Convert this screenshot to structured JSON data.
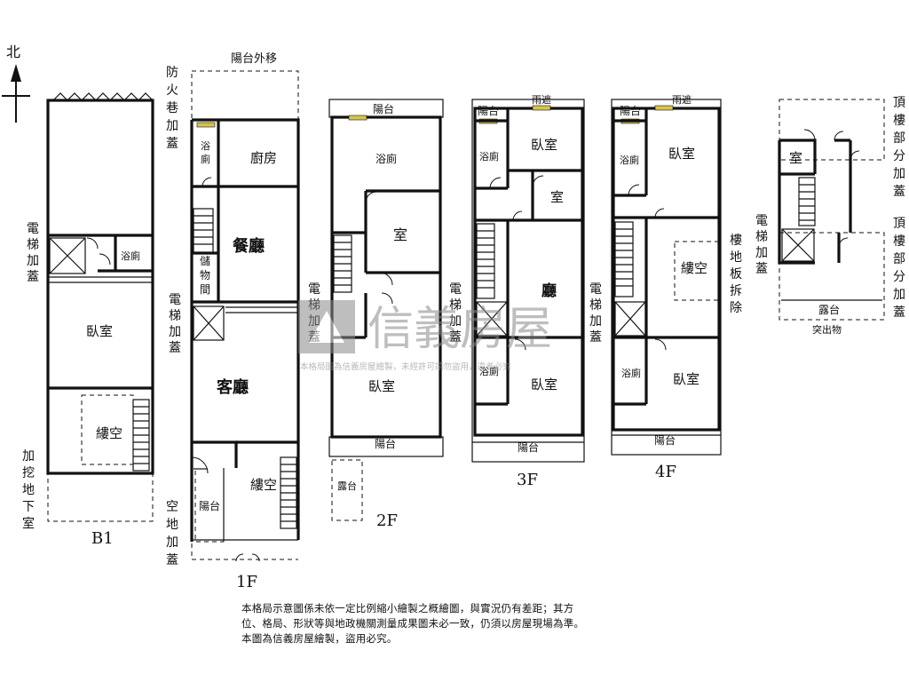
{
  "compass": {
    "north": "北"
  },
  "floors": {
    "b1": "B1",
    "f1": "1F",
    "f2": "2F",
    "f3": "3F",
    "f4": "4F",
    "roof": "突出物"
  },
  "rooms": {
    "b1_elevator": "電梯加蓋",
    "b1_bath": "浴廁",
    "b1_bedroom": "臥室",
    "b1_void": "縷空",
    "b1_basement": "加挖地下室",
    "f1_balcony_move": "陽台外移",
    "f1_firelane": "防火巷加蓋",
    "f1_bath": "浴廁",
    "f1_kitchen": "廚房",
    "f1_dining": "餐廳",
    "f1_storage": "儲物間",
    "f1_elevator": "電梯加蓋",
    "f1_living": "客廳",
    "f1_void": "縷空",
    "f1_balcony": "陽台",
    "f1_yard": "空地加蓋",
    "f2_balcony_top": "陽台",
    "f2_bath": "浴廁",
    "f2_room": "室",
    "f2_elevator": "電梯加蓋",
    "f2_bedroom": "臥室",
    "f2_balcony_bottom": "陽台",
    "f2_terrace": "露台",
    "f3_balcony_top": "陽台",
    "f3_canopy": "雨遮",
    "f3_bedroom_top": "臥室",
    "f3_bath_top": "浴廁",
    "f3_room": "室",
    "f3_hall": "廳",
    "f3_elevator": "電梯加蓋",
    "f3_bath_bottom": "浴廁",
    "f3_bedroom_bottom": "臥室",
    "f3_balcony_bottom": "陽台",
    "f4_balcony_top": "陽台",
    "f4_canopy": "雨遮",
    "f4_bath_top": "浴廁",
    "f4_bedroom_top": "臥室",
    "f4_void": "縷空",
    "f4_slab": "樓地板拆除",
    "f4_elevator": "電梯加蓋",
    "f4_bath_bottom": "浴廁",
    "f4_bedroom_bottom": "臥室",
    "f4_balcony_bottom": "陽台",
    "r_room": "室",
    "r_elevator": "電梯加蓋",
    "r_terrace": "露台",
    "r_addition_top": "頂樓部分加蓋",
    "r_addition_bottom": "頂樓部分加蓋"
  },
  "watermark": {
    "brand": "信義房屋",
    "tagline": "本格局圖為信義房屋繪製，未經許可請勿盜用，違者必究"
  },
  "note": {
    "line1": "本格局示意圖係未依一定比例縮小繪製之概繪圖，與實況仍有差距；其方",
    "line2": "位、格局、形狀等與地政機關測量成果圖未必一致，仍須以房屋現場為準。",
    "line3": "本圖為信義房屋繪製，盜用必究。"
  },
  "colors": {
    "line": "#111111",
    "window": "#d8c54a",
    "watermark": "#8a8a8a"
  }
}
